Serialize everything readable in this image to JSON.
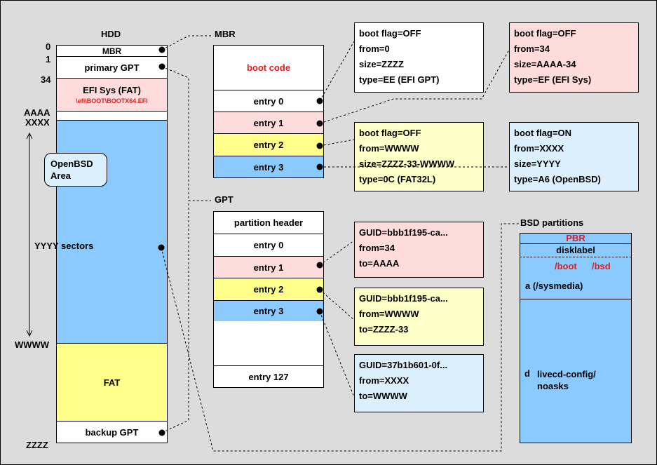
{
  "hdd": {
    "title": "HDD",
    "offsets": {
      "o0": "0",
      "o1": "1",
      "o34": "34",
      "aaaa": "AAAA",
      "xxxx": "XXXX",
      "wwww": "WWWW",
      "zzzz": "ZZZZ"
    },
    "mbr": "MBR",
    "primary_gpt": "primary GPT",
    "efi_sys": "EFI Sys (FAT)",
    "efi_path": "\\efi\\BOOT\\BOOTX64.EFI",
    "openbsd_area": [
      "OpenBSD",
      "Area"
    ],
    "yyyy_sectors": "YYYY sectors",
    "fat": "FAT",
    "backup_gpt": "backup GPT"
  },
  "mbr": {
    "title": "MBR",
    "boot_code": "boot code",
    "entries": [
      "entry 0",
      "entry 1",
      "entry 2",
      "entry 3"
    ],
    "entry0_info": [
      "boot flag=OFF",
      "from=0",
      "size=ZZZZ",
      "type=EE (EFI GPT)"
    ],
    "entry1_info": [
      "boot flag=OFF",
      "from=34",
      "size=AAAA-34",
      "type=EF (EFI Sys)"
    ],
    "entry2_info": [
      "boot flag=OFF",
      "from=WWWW",
      "size=ZZZZ-33-WWWW",
      "type=0C (FAT32L)"
    ],
    "entry3_info": [
      "boot flag=ON",
      "from=XXXX",
      "size=YYYY",
      "type=A6 (OpenBSD)"
    ]
  },
  "gpt": {
    "title": "GPT",
    "header": "partition header",
    "entries": [
      "entry 0",
      "entry 1",
      "entry 2",
      "entry 3"
    ],
    "last_entry": "entry 127",
    "entry1_info": [
      "GUID=bbb1f195-ca...",
      "from=34",
      "to=AAAA"
    ],
    "entry2_info": [
      "GUID=bbb1f195-ca...",
      "from=WWWW",
      "to=ZZZZ-33"
    ],
    "entry3_info": [
      "GUID=37b1b601-0f...",
      "from=XXXX",
      "to=WWWW"
    ]
  },
  "bsd": {
    "title": "BSD partitions",
    "pbr": "PBR",
    "disklabel": "disklabel",
    "boot": "/boot",
    "bsd": "/bsd",
    "a_part": "a (/sysmedia)",
    "d_letter": "d",
    "d_part": [
      "livecd-config/",
      "noasks"
    ]
  },
  "colors": {
    "pink": "#ffdcdc",
    "yellow": "#ffffc8",
    "lightblue": "#dceffc",
    "blue": "#8acaff",
    "red": "#e21b1b"
  }
}
